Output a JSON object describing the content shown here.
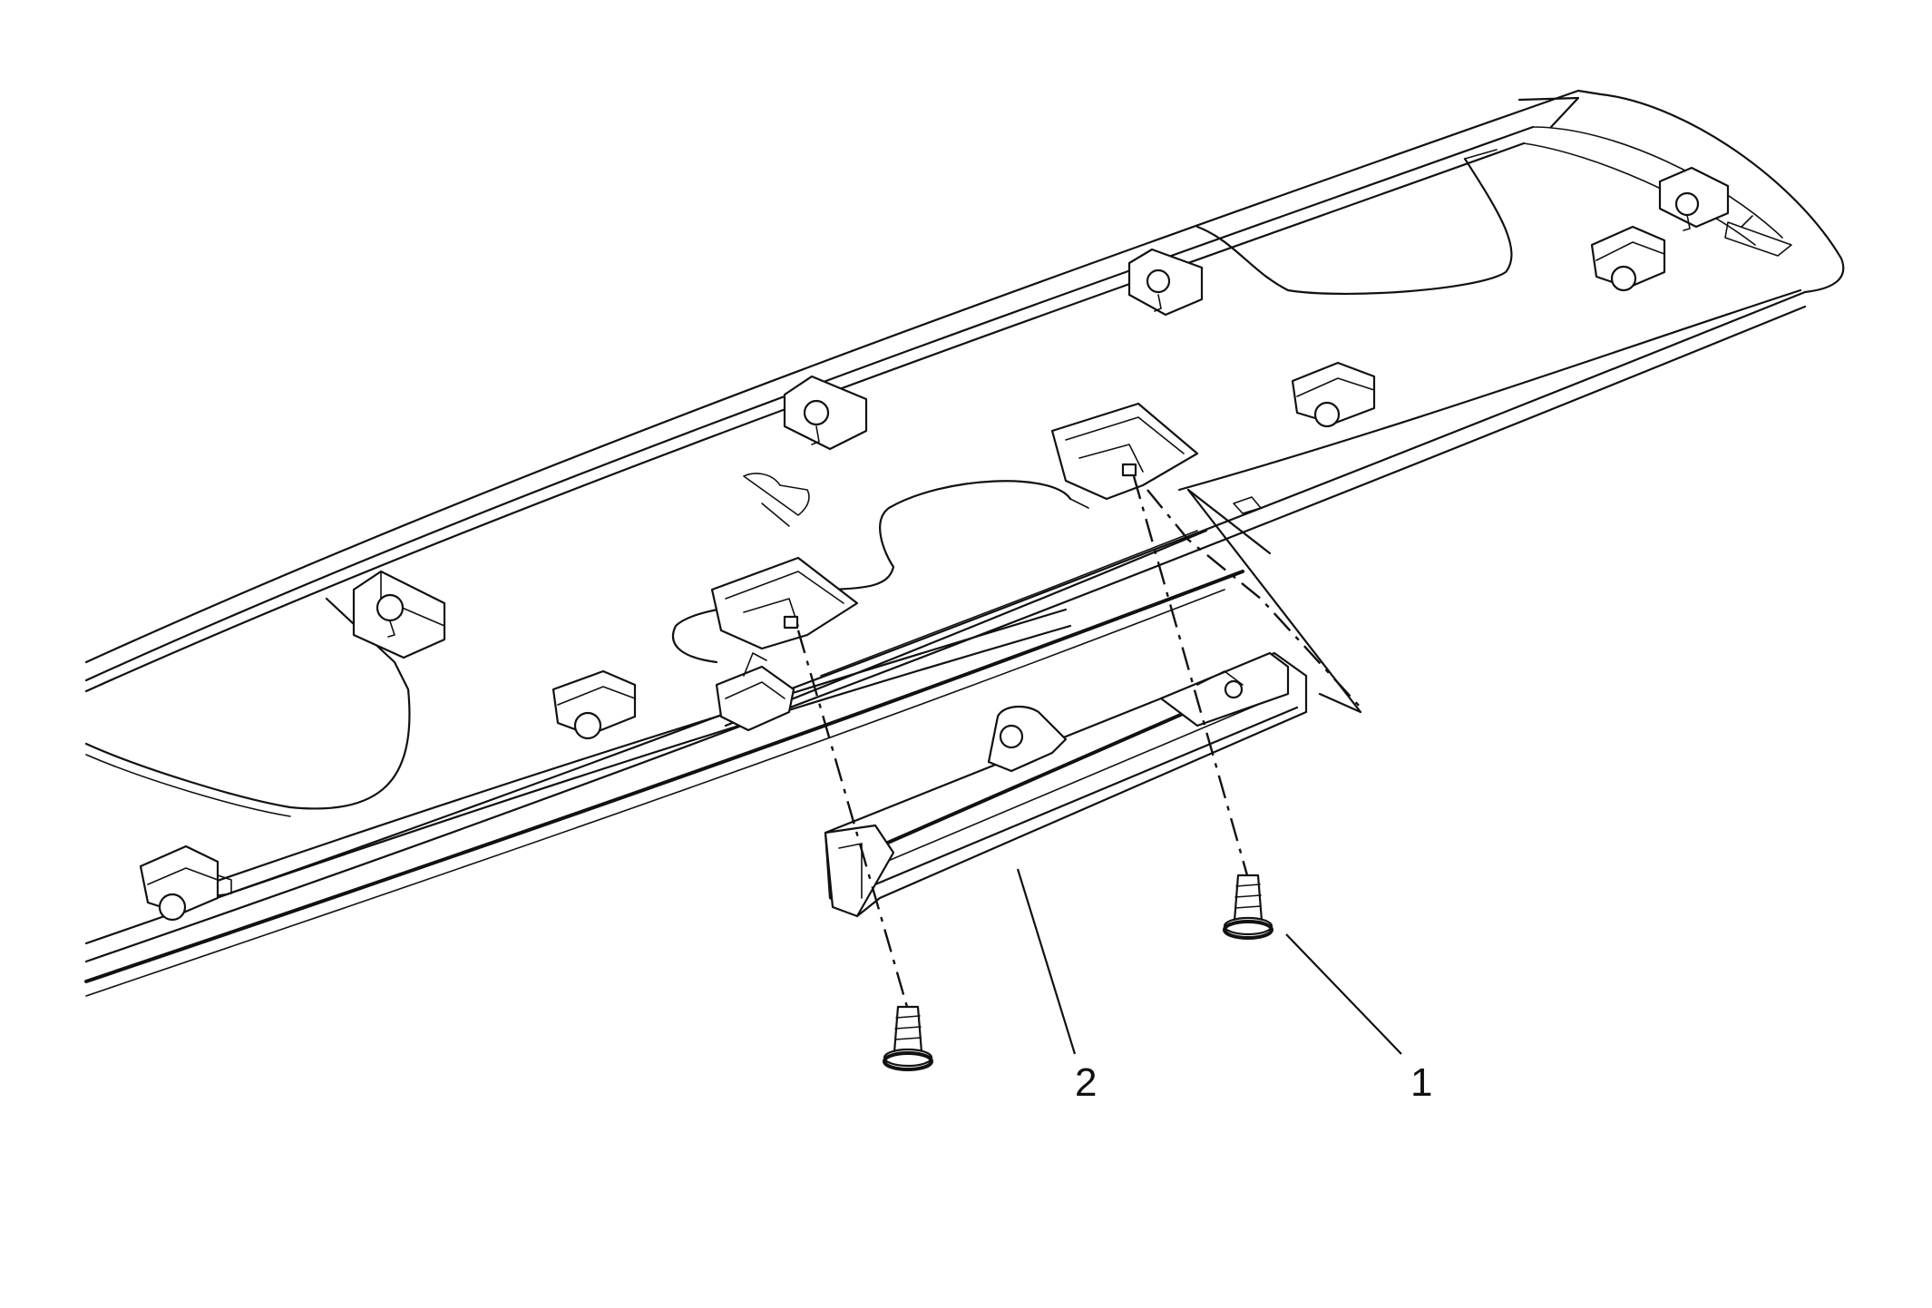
{
  "diagram": {
    "callouts": [
      {
        "id": "1",
        "label": "1"
      },
      {
        "id": "2",
        "label": "2"
      }
    ],
    "colors": {
      "line": "#111111",
      "background": "#ffffff"
    }
  }
}
